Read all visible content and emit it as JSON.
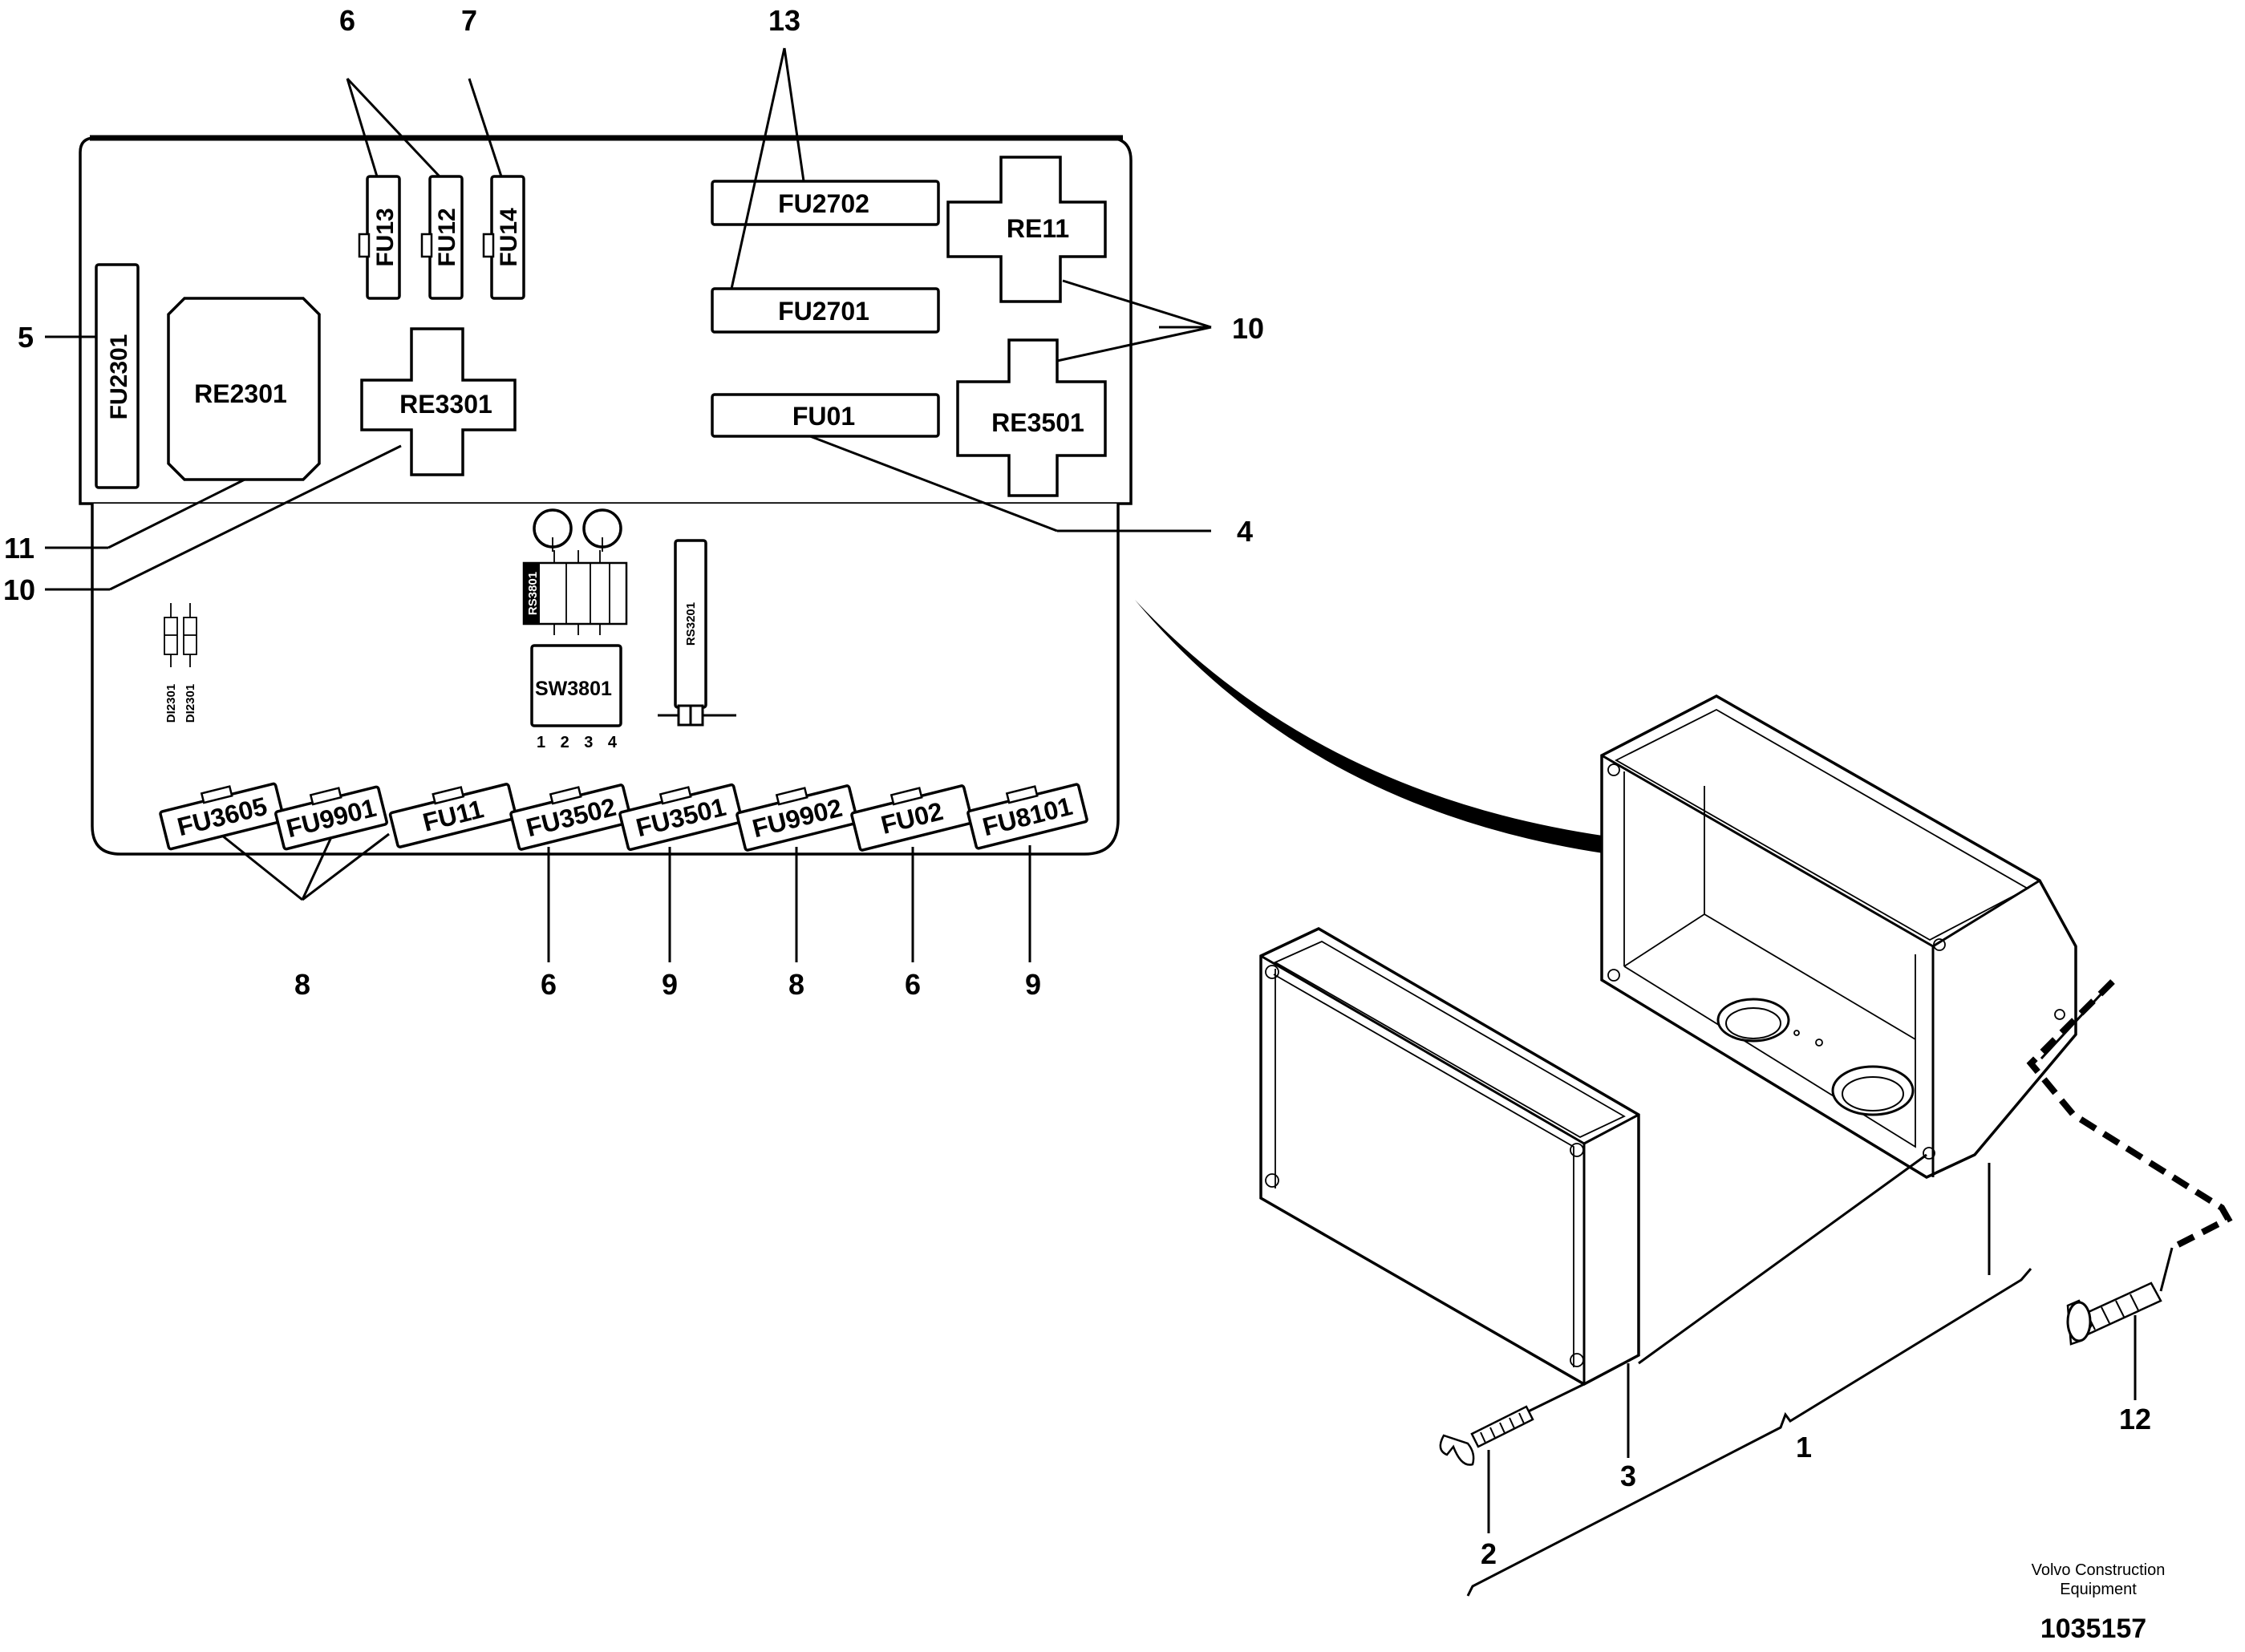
{
  "callouts": {
    "c1": "1",
    "c2": "2",
    "c3": "3",
    "c4": "4",
    "c5": "5",
    "c6_top": "6",
    "c6_a": "6",
    "c6_b": "6",
    "c7": "7",
    "c8_a": "8",
    "c8_b": "8",
    "c9_a": "9",
    "c9_b": "9",
    "c10_left": "10",
    "c10_right": "10",
    "c11": "11",
    "c12": "12",
    "c13": "13"
  },
  "board_components": {
    "fu13": "FU13",
    "fu12": "FU12",
    "fu14": "FU14",
    "fu2702": "FU2702",
    "fu2701": "FU2701",
    "fu01": "FU01",
    "re11": "RE11",
    "re3501": "RE3501",
    "re3301": "RE3301",
    "re2301": "RE2301",
    "fu2301": "FU2301",
    "di2301_a": "DI2301",
    "di2301_b": "DI2301",
    "rs3801": "RS3801",
    "rs3201": "RS3201",
    "sw3801": "SW3801",
    "sw_pins": "1 2 3 4"
  },
  "bottom_fuses": [
    "FU3605",
    "FU9901",
    "FU11",
    "FU3502",
    "FU3501",
    "FU9902",
    "FU02",
    "FU8101"
  ],
  "footer": {
    "company_line1": "Volvo Construction",
    "company_line2": "Equipment",
    "drawing_number": "1035157"
  }
}
